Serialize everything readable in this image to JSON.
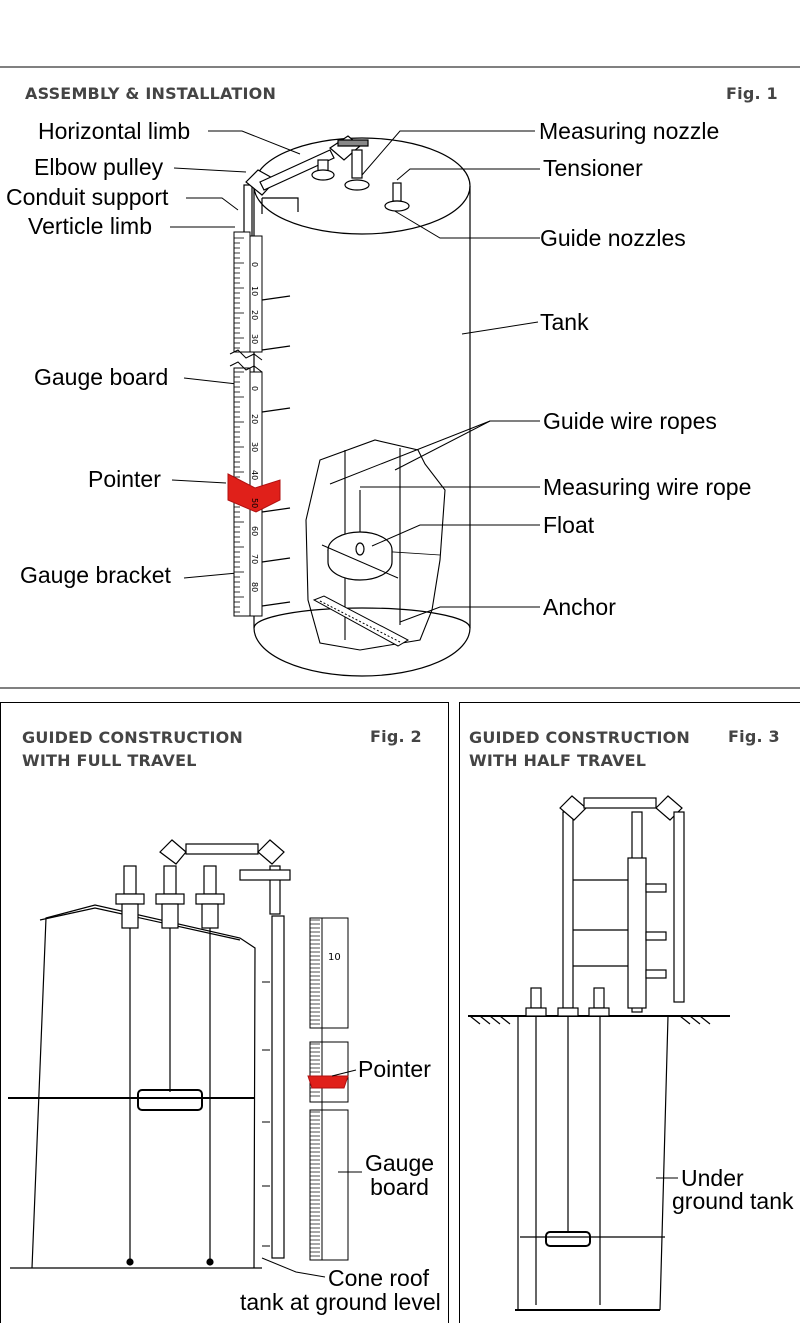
{
  "fig1": {
    "title": "ASSEMBLY & INSTALLATION",
    "fig_label": "Fig. 1",
    "labels": {
      "horizontal_limb": "Horizontal limb",
      "elbow_pulley": "Elbow pulley",
      "conduit_support": "Conduit support",
      "verticle_limb": "Verticle limb",
      "gauge_board": "Gauge board",
      "pointer": "Pointer",
      "gauge_bracket": "Gauge bracket",
      "measuring_nozzle": "Measuring nozzle",
      "tensioner": "Tensioner",
      "guide_nozzles": "Guide nozzles",
      "tank": "Tank",
      "guide_wire_ropes": "Guide wire ropes",
      "measuring_wire_rope": "Measuring wire rope",
      "float": "Float",
      "anchor": "Anchor"
    },
    "scale_upper": [
      "0",
      "10",
      "20",
      "30"
    ],
    "scale_lower": [
      "0",
      "20",
      "30",
      "40",
      "50",
      "60",
      "70",
      "80"
    ]
  },
  "fig2": {
    "title_line1": "GUIDED CONSTRUCTION",
    "title_line2": "WITH FULL TRAVEL",
    "fig_label": "Fig. 2",
    "labels": {
      "pointer": "Pointer",
      "gauge_line1": "Gauge",
      "gauge_line2": "board",
      "cone_line1": "Cone roof",
      "cone_line2": "tank at ground level"
    },
    "scale": [
      "10"
    ]
  },
  "fig3": {
    "title_line1": "GUIDED CONSTRUCTION",
    "title_line2": "WITH HALF TRAVEL",
    "fig_label": "Fig. 3",
    "labels": {
      "under_line1": "Under",
      "under_line2": "ground tank"
    }
  },
  "colors": {
    "pointer": "#e0201a",
    "line": "#000000",
    "heading": "#444444"
  }
}
